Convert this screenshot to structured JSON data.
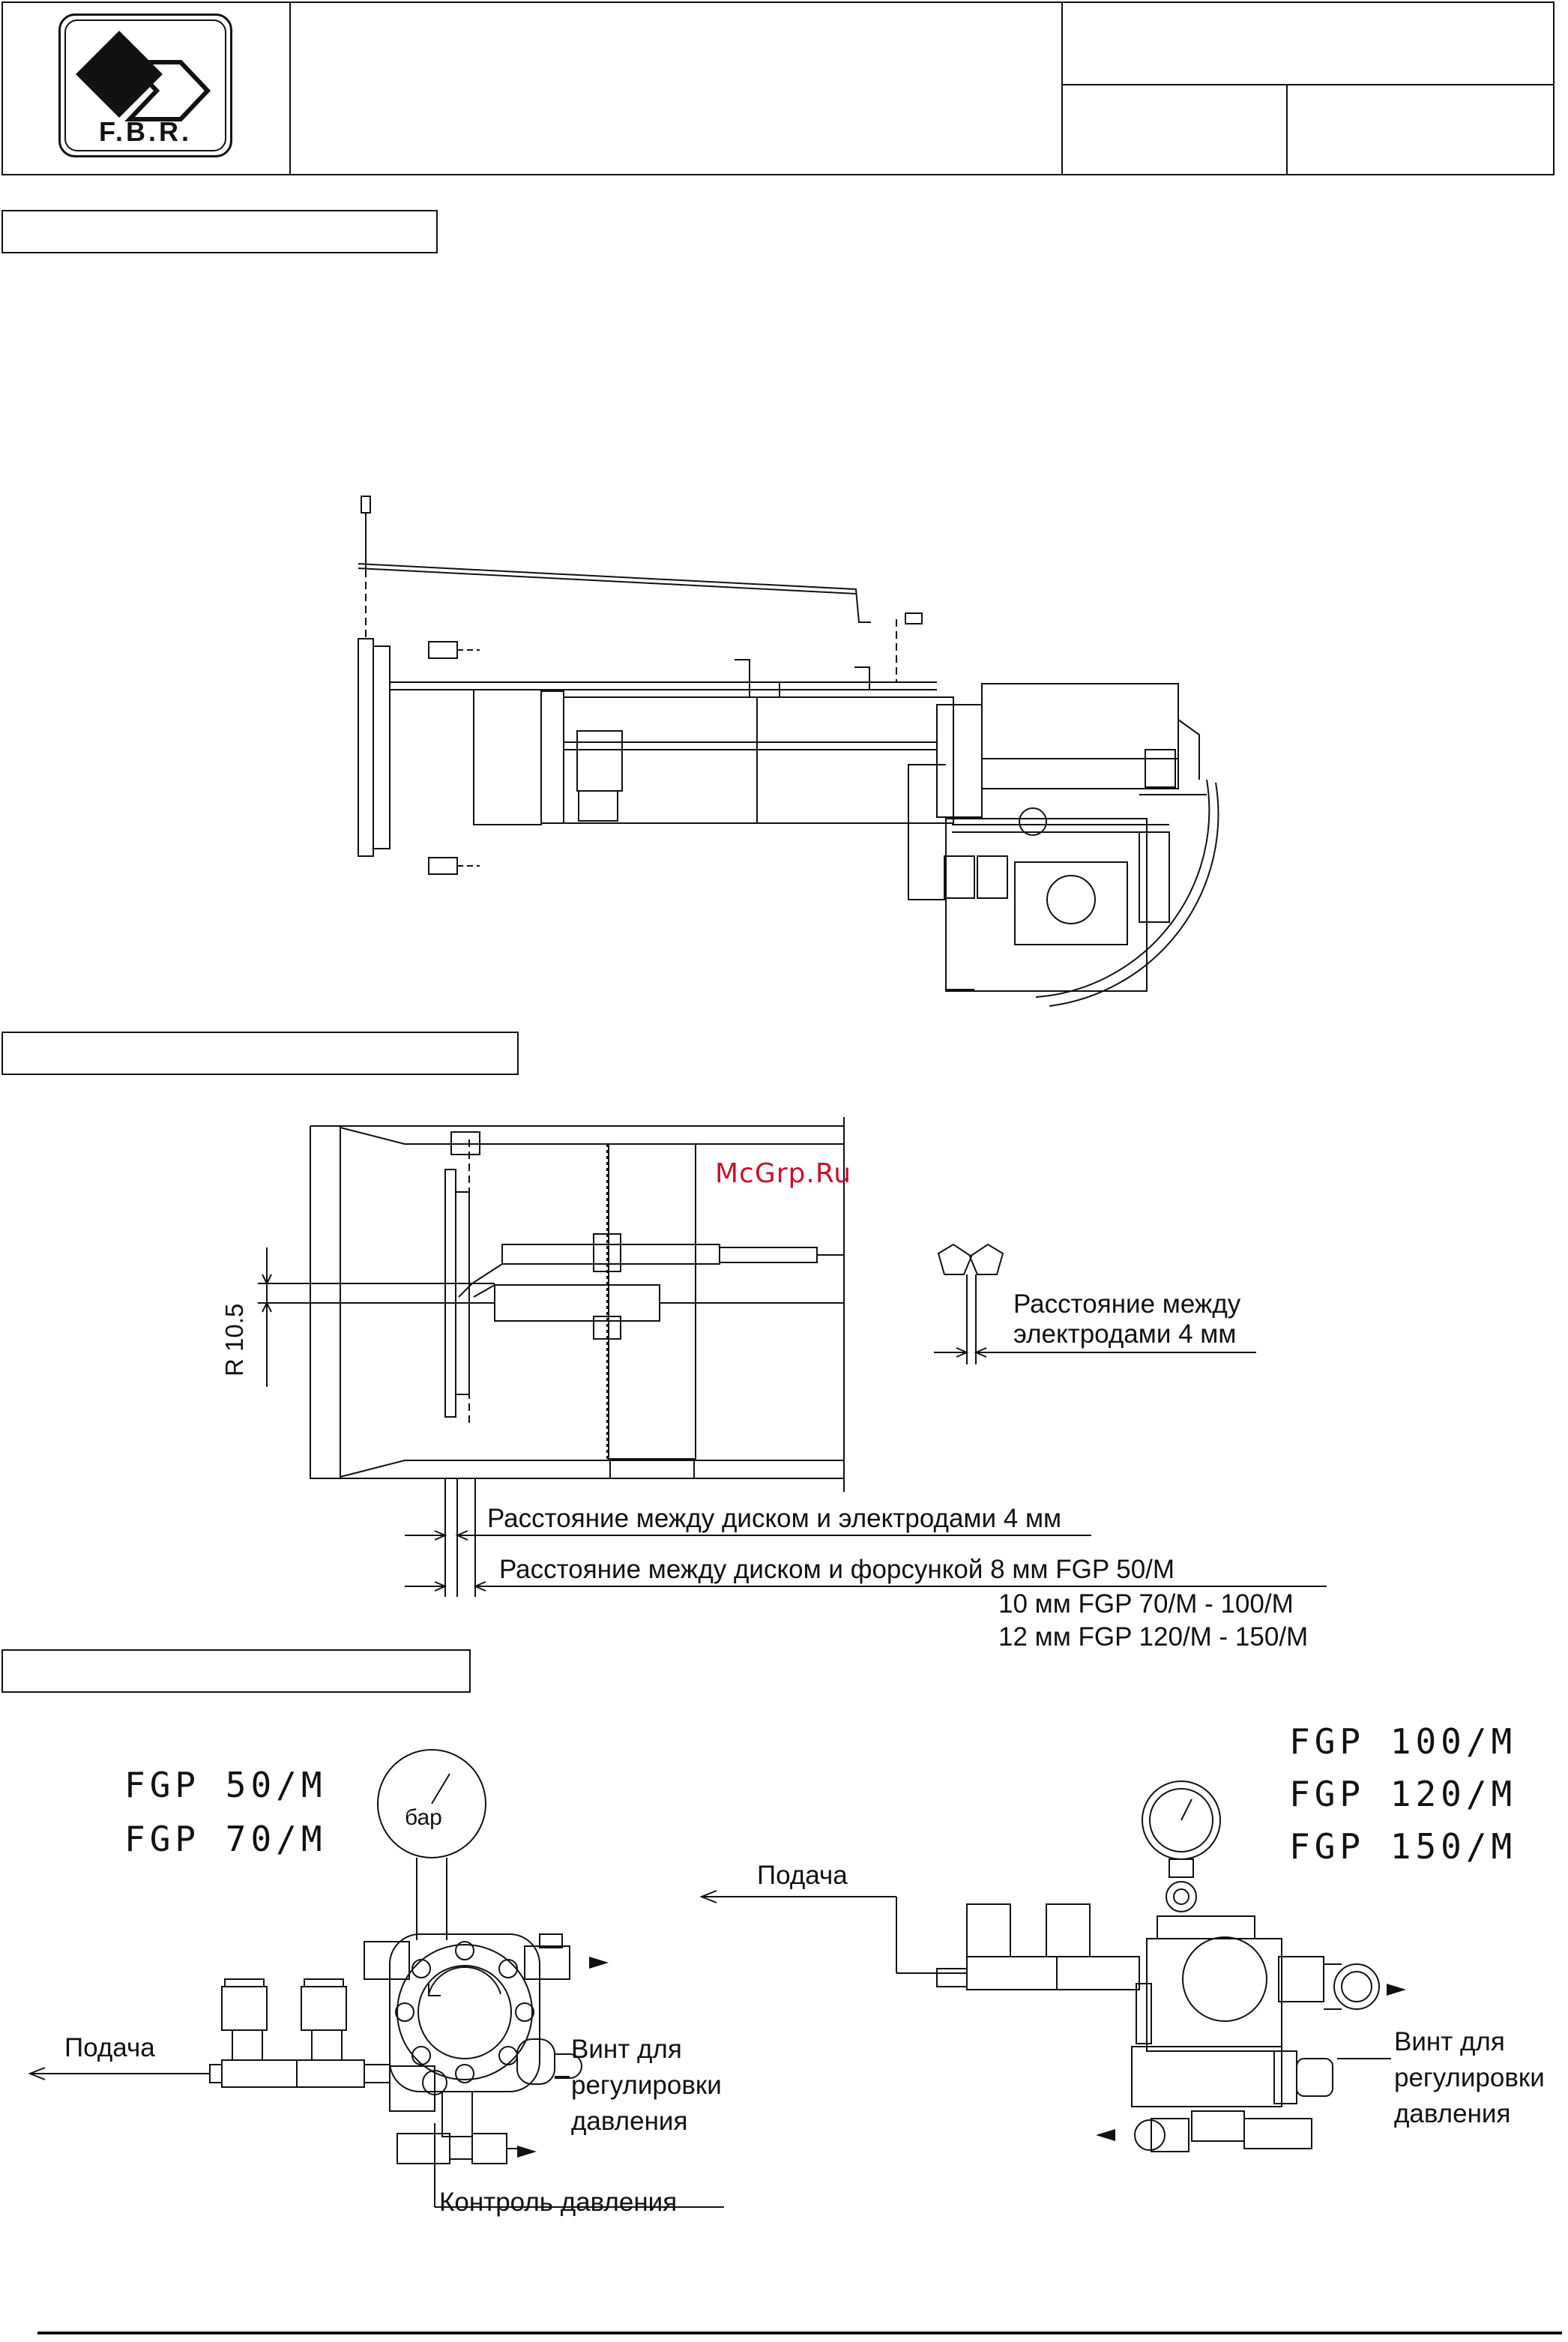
{
  "header": {
    "logo_text": "F.B.R."
  },
  "watermark": "McGrp.Ru",
  "section2": {
    "radius_label": "R 10.5",
    "electrode_gap_line1": "Расстояние между",
    "electrode_gap_line2": "электродами 4 мм",
    "disc_electrode_gap": "Расстояние между диском и электродами 4 мм",
    "disc_nozzle_line1": "Расстояние между диском и форсункой 8 мм FGP 50/M",
    "disc_nozzle_line2": "10 мм FGP 70/M - 100/M",
    "disc_nozzle_line3": "12 мм FGP 120/M - 150/M"
  },
  "section3": {
    "left_models": [
      "FGP 50/M",
      "FGP 70/M"
    ],
    "right_models": [
      "FGP 100/M",
      "FGP 120/M",
      "FGP 150/M"
    ],
    "gauge_unit": "бар",
    "supply_left": "Подача",
    "supply_right": "Подача",
    "screw_left_line1": "Винт для",
    "screw_left_line2": "регулировки",
    "screw_left_line3": "давления",
    "screw_right_line1": "Винт для",
    "screw_right_line2": "регулировки",
    "screw_right_line3": "давления",
    "pressure_control": "Контроль давления"
  }
}
